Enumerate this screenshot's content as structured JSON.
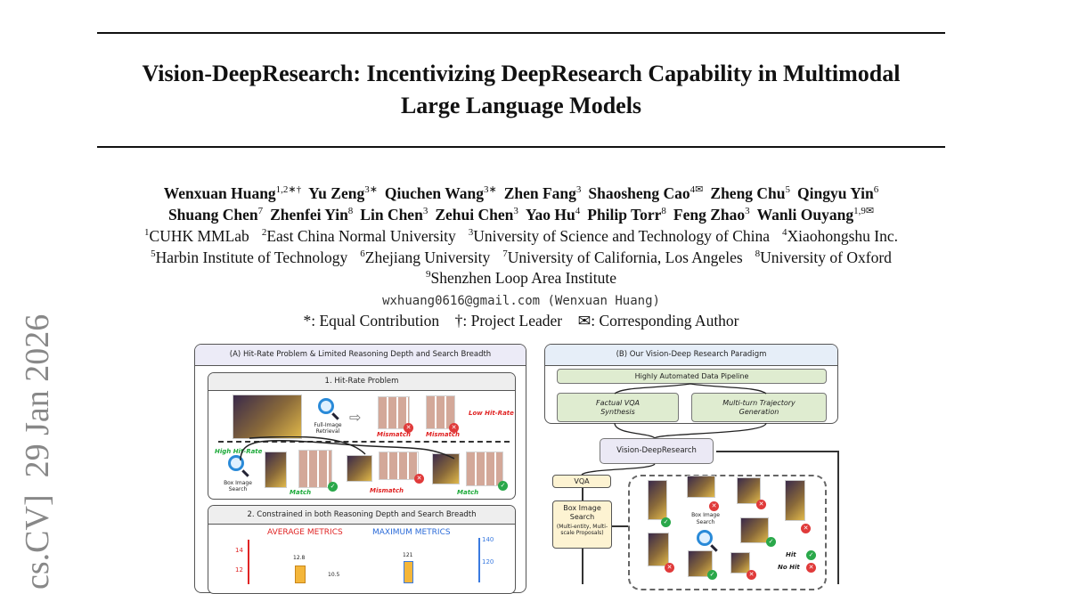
{
  "arxiv_stamp": "cs.CV]  29 Jan 2026",
  "title_lines": [
    "Vision-DeepResearch: Incentivizing DeepResearch Capability in Multimodal",
    "Large Language Models"
  ],
  "authors_line1": [
    {
      "name": "Wenxuan Huang",
      "sup": "1,2∗†"
    },
    {
      "name": "Yu Zeng",
      "sup": "3∗"
    },
    {
      "name": "Qiuchen Wang",
      "sup": "3∗"
    },
    {
      "name": "Zhen Fang",
      "sup": "3"
    },
    {
      "name": "Shaosheng Cao",
      "sup": "4✉"
    },
    {
      "name": "Zheng Chu",
      "sup": "5"
    },
    {
      "name": "Qingyu Yin",
      "sup": "6"
    }
  ],
  "authors_line2": [
    {
      "name": "Shuang Chen",
      "sup": "7"
    },
    {
      "name": "Zhenfei Yin",
      "sup": "8"
    },
    {
      "name": "Lin Chen",
      "sup": "3"
    },
    {
      "name": "Zehui Chen",
      "sup": "3"
    },
    {
      "name": "Yao Hu",
      "sup": "4"
    },
    {
      "name": "Philip Torr",
      "sup": "8"
    },
    {
      "name": "Feng Zhao",
      "sup": "3"
    },
    {
      "name": "Wanli Ouyang",
      "sup": "1,9✉"
    }
  ],
  "affiliations_line1": [
    {
      "sup": "1",
      "name": "CUHK MMLab"
    },
    {
      "sup": "2",
      "name": "East China Normal University"
    },
    {
      "sup": "3",
      "name": "University of Science and Technology of China"
    },
    {
      "sup": "4",
      "name": "Xiaohongshu Inc."
    }
  ],
  "affiliations_line2": [
    {
      "sup": "5",
      "name": "Harbin Institute of Technology"
    },
    {
      "sup": "6",
      "name": "Zhejiang University"
    },
    {
      "sup": "7",
      "name": "University of California, Los Angeles"
    },
    {
      "sup": "8",
      "name": "University of Oxford"
    }
  ],
  "affiliations_line3": [
    {
      "sup": "9",
      "name": "Shenzhen Loop Area Institute"
    }
  ],
  "email": "wxhuang0616@gmail.com (Wenxuan Huang)",
  "contributions": "*: Equal Contribution    †: Project Leader    ✉: Corresponding Author",
  "figure": {
    "panel_a": {
      "title": "(A) Hit-Rate Problem & Limited Reasoning Depth and Search Breadth",
      "sub1_title": "1. Hit-Rate Problem",
      "full_image_retrieval": "Full-Image Retrieval",
      "mismatch": "Mismatch",
      "match": "Match",
      "low_hit_rate": "Low Hit-Rate",
      "high_hit_rate": "High Hit-Rate",
      "box_image_search": "Box Image Search",
      "sub2_title": "2. Constrained in both Reasoning Depth and Search Breadth",
      "average_metrics": "AVERAGE METRICS",
      "maximum_metrics": "MAXIMUM METRICS",
      "left_ticks": [
        "14",
        "12"
      ],
      "right_ticks": [
        "140",
        "120"
      ],
      "bar_labels": [
        "12.8",
        "10.5",
        "121"
      ]
    },
    "panel_b": {
      "title": "(B) Our Vision-Deep Research Paradigm",
      "pipeline": "Highly Automated Data Pipeline",
      "factual_vqa": "Factual VQA Synthesis",
      "trajectory": "Multi-turn Trajectory Generation",
      "model": "Vision-DeepResearch",
      "vqa": "VQA",
      "box_search_title": "Box Image Search",
      "box_search_sub": "(Multi-entity, Multi-scale Proposals)",
      "box_image_search": "Box Image Search",
      "hit": "Hit",
      "no_hit": "No Hit"
    }
  }
}
